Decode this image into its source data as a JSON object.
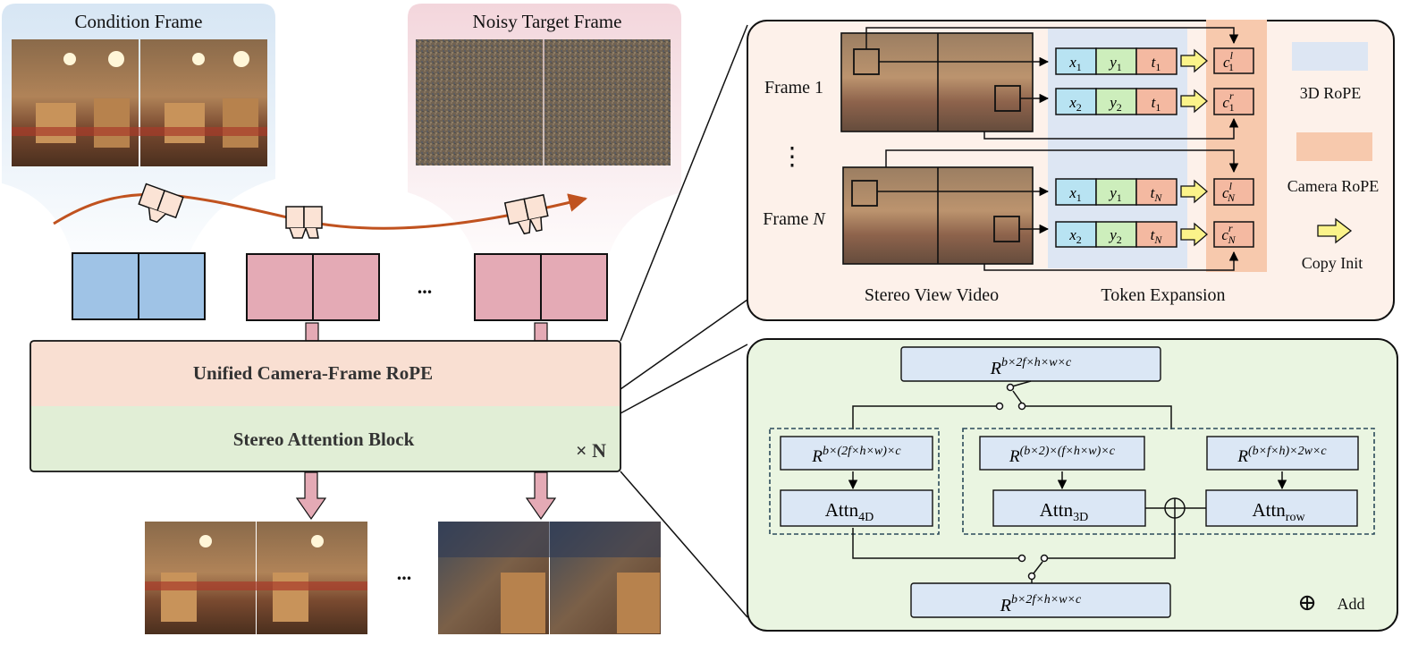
{
  "left": {
    "condition_frame_label": "Condition Frame",
    "noisy_target_frame_label": "Noisy Target  Frame",
    "ellipsis": "...",
    "rope_label": "Unified  Camera-Frame RoPE",
    "attention_label": "Stereo Attention Block",
    "repeat_label": "× N"
  },
  "token_panel": {
    "frame1_label": "Frame 1",
    "vdots": "⋮",
    "frameN_prefix": "Frame ",
    "frameN_var": "N",
    "stereo_label": "Stereo View Video",
    "token_label": "Token Expansion",
    "legend": {
      "rope3d": "3D RoPE",
      "camera_rope": "Camera RoPE",
      "copy_init": "Copy Init",
      "rope3d_color": "#dde6f3",
      "camera_rope_color": "#f7c9ad",
      "copy_arrow_color": "#fbf38a"
    },
    "rows": [
      {
        "x": "x",
        "xs": "1",
        "y": "y",
        "ys": "1",
        "t": "t",
        "ts": "1",
        "c": "c",
        "csub": "1",
        "csup": "l"
      },
      {
        "x": "x",
        "xs": "2",
        "y": "y",
        "ys": "2",
        "t": "t",
        "ts": "1",
        "c": "c",
        "csub": "1",
        "csup": "r"
      },
      {
        "x": "x",
        "xs": "1",
        "y": "y",
        "ys": "1",
        "t": "t",
        "ts": "N",
        "c": "c",
        "csub": "N",
        "csup": "l"
      },
      {
        "x": "x",
        "xs": "2",
        "y": "y",
        "ys": "2",
        "t": "t",
        "ts": "N",
        "c": "c",
        "csub": "N",
        "csup": "r"
      }
    ]
  },
  "attn_panel": {
    "top_tensor": {
      "base": "R",
      "exp": "b×2f×h×w×c"
    },
    "bottom_tensor": {
      "base": "R",
      "exp": "b×2f×h×w×c"
    },
    "r4d": {
      "base": "R",
      "exp": "b×(2f×h×w)×c"
    },
    "r3d": {
      "base": "R",
      "exp": "(b×2)×(f×h×w)×c"
    },
    "rrow": {
      "base": "R",
      "exp": "(b×f×h)×2w×c"
    },
    "attn4d": {
      "base": "Attn",
      "sub": "4D"
    },
    "attn3d": {
      "base": "Attn",
      "sub": "3D"
    },
    "attnrow": {
      "base": "Attn",
      "sub": "row"
    },
    "add_label": "Add",
    "add_symbol": "⊕"
  },
  "colors": {
    "blue_block": "#9fc3e6",
    "pink_block": "#e4aab5",
    "rope_band": "#f9dfd2",
    "attn_band": "#e1eed6",
    "trajectory": "#c0521f",
    "token_panel_bg": "#fdf1ea",
    "attn_panel_bg": "#eaf5e1",
    "tensor_box": "#dbe7f5"
  }
}
